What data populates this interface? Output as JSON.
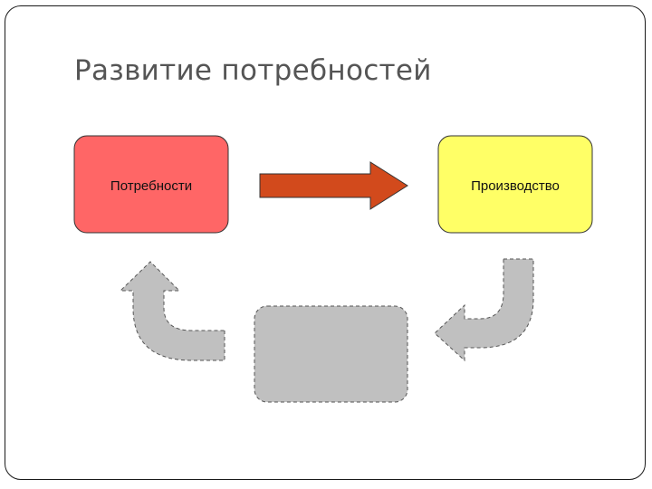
{
  "slide": {
    "title": "Развитие потребностей"
  },
  "diagram": {
    "nodes": [
      {
        "id": "needs",
        "label": "Потребности",
        "fill": "#ff6666"
      },
      {
        "id": "production",
        "label": "Производство",
        "fill": "#ffff66"
      },
      {
        "id": "hidden",
        "label": "",
        "fill": "#c0c0c0"
      }
    ],
    "colors": {
      "arrow_forward": "#d24a1c",
      "arrow_grey": "#c0c0c0",
      "outline": "#333333"
    }
  }
}
